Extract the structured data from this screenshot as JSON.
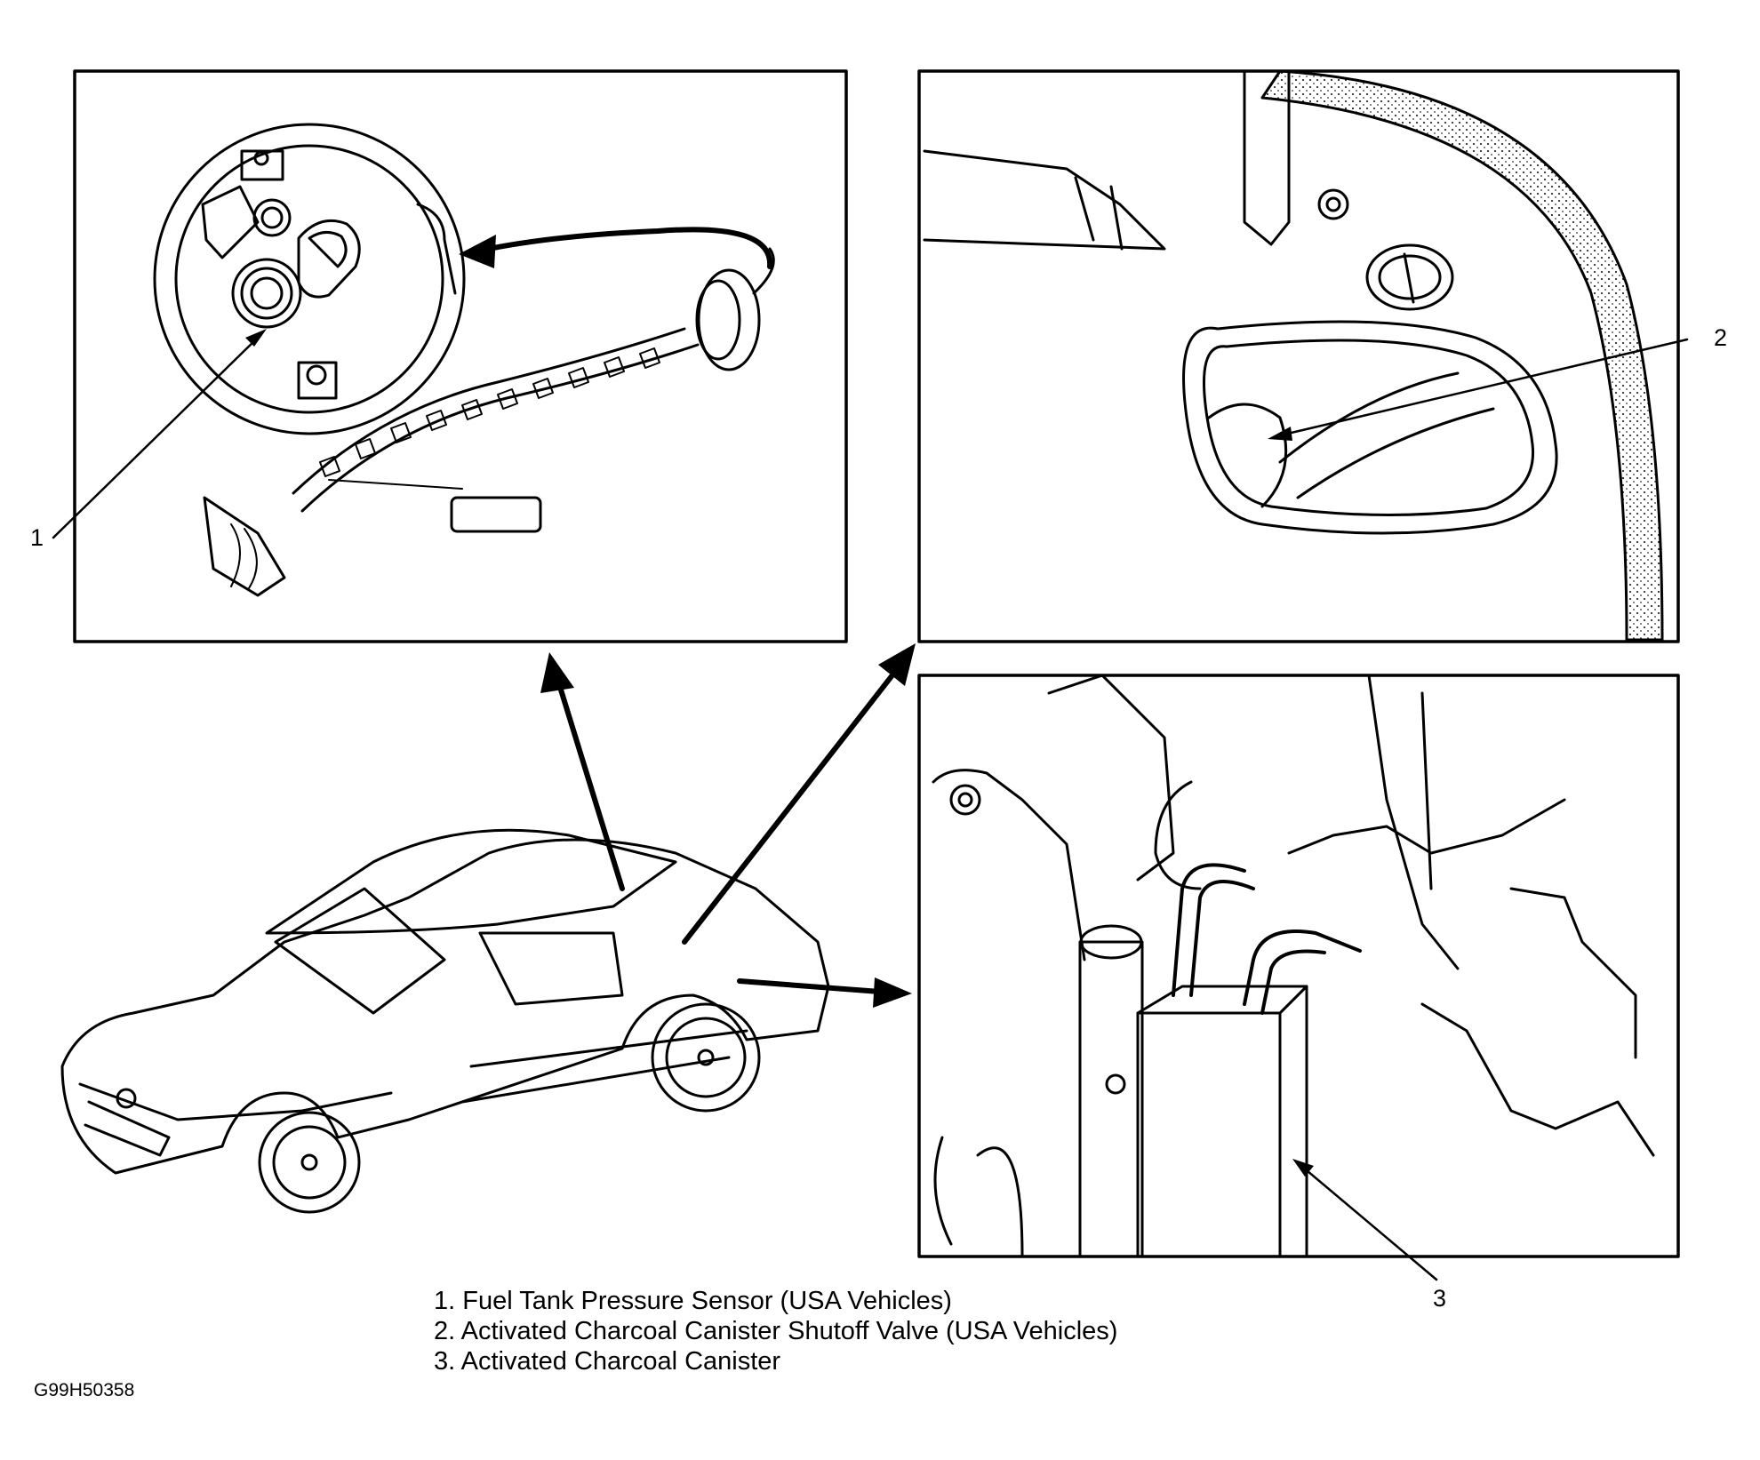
{
  "callouts": {
    "c1": "1",
    "c2": "2",
    "c3": "3"
  },
  "legend": [
    "1. Fuel Tank Pressure Sensor (USA Vehicles)",
    "2. Activated Charcoal Canister Shutoff Valve (USA Vehicles)",
    "3. Activated Charcoal Canister"
  ],
  "figure_id": "G99H50358",
  "colors": {
    "ink": "#000000",
    "paper": "#ffffff"
  }
}
